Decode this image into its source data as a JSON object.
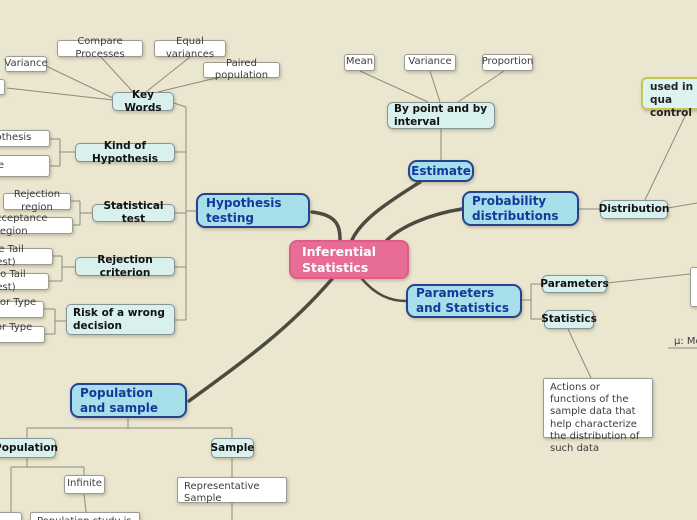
{
  "nodes": {
    "inferential_statistics": "Inferential Statistics",
    "hypothesis_testing": "Hypothesis testing",
    "estimate": "Estimate",
    "probability_distributions": "Probability distributions",
    "parameters_and_statistics": "Parameters and Statistics",
    "population_and_sample": "Population and sample",
    "key_words": "Key Words",
    "compare_processes": "Compare Processes",
    "equal_variances": "Equal variances",
    "variance_left": "Variance",
    "paired_population": "Paired population",
    "hypothesis_fragment": "hypothesis",
    "alternative_fragment": "ve",
    "kind_of_hypothesis": "Kind of Hypothesis",
    "rejection_region": "Rejection region",
    "acceptance_region_fragment": "cceptance region",
    "statistical_test": "Statistical test",
    "one_tail_fragment": "ne Tail Test)",
    "two_tail_fragment": "wo Tail Test)",
    "rejection_criterion": "Rejection criterion",
    "error_type_i_fragment": "rror Type I",
    "error_type_ii_fragment": "ror Type II",
    "risk_of_wrong_decision": "Risk of a wrong decision",
    "mean": "Mean",
    "variance_top": "Variance",
    "proportion": "Proportion",
    "by_point_and_interval": "By point and by interval",
    "used_quality_line1": "used in qua",
    "used_quality_line2": "control",
    "distribution": "Distribution",
    "parameters": "Parameters",
    "statistics": "Statistics",
    "mu_mean_fragment": "μ: Me",
    "statistics_note": "Actions or functions of the sample data that help characterize the distribution of such data",
    "population": "Population",
    "sample": "Sample",
    "infinite": "Infinite",
    "representative_sample": "Representative Sample",
    "population_study_fragment": "Population study is"
  },
  "colors": {
    "background": "#ebe6cf",
    "root_fill": "#e76d97",
    "topic_fill": "#a6dfe9",
    "topic_border": "#27418f",
    "subtopic_fill": "#d8f1ef",
    "leaf_fill": "#ffffff",
    "quality_border": "#c8c551",
    "branch_line": "#4b4b41",
    "thin_line": "#8b8b7e"
  }
}
